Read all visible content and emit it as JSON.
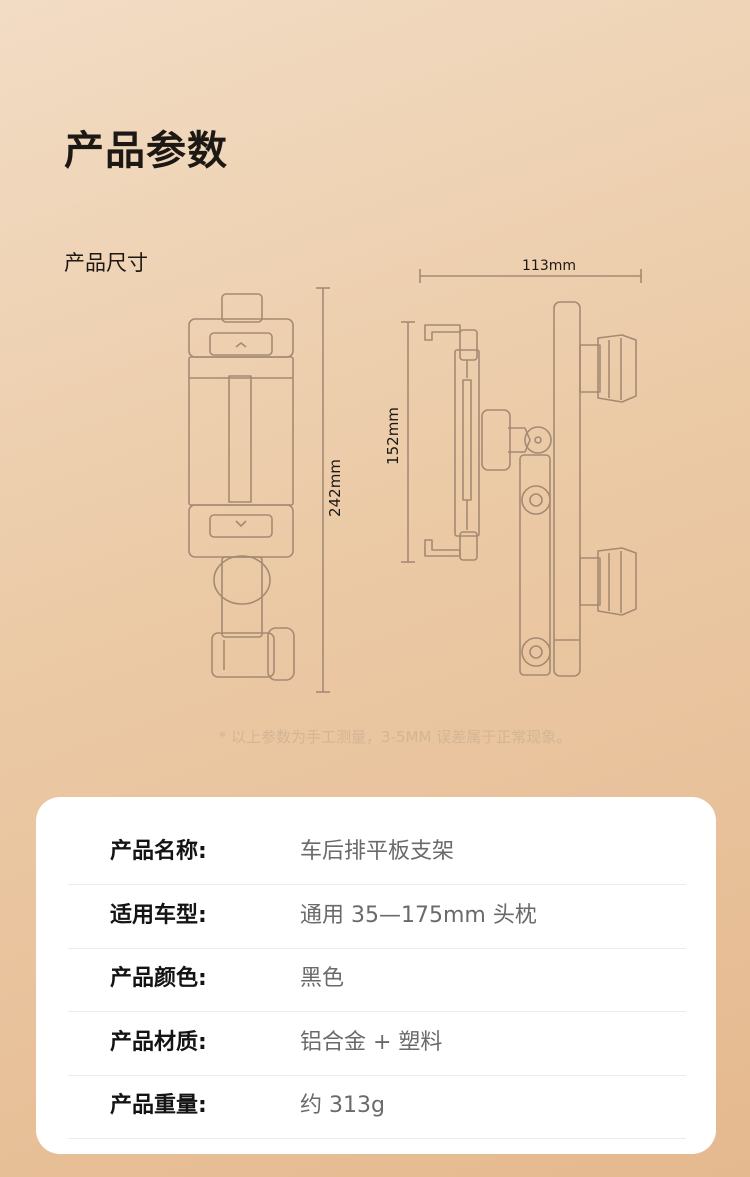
{
  "page": {
    "title": "产品参数",
    "subtitle": "产品尺寸",
    "note": "* 以上参数为手工测量，3-5MM 误差属于正常现象。"
  },
  "diagram": {
    "dim_height_total": "242mm",
    "dim_height_clamp": "152mm",
    "dim_width": "113mm",
    "line_color": "#a58a73"
  },
  "specs": [
    {
      "label": "产品名称:",
      "value": "车后排平板支架"
    },
    {
      "label": "适用车型:",
      "value": "通用 35—175mm 头枕"
    },
    {
      "label": "产品颜色:",
      "value": "黑色"
    },
    {
      "label": "产品材质:",
      "value": "铝合金 + 塑料"
    },
    {
      "label": "产品重量:",
      "value": "约 313g"
    }
  ]
}
